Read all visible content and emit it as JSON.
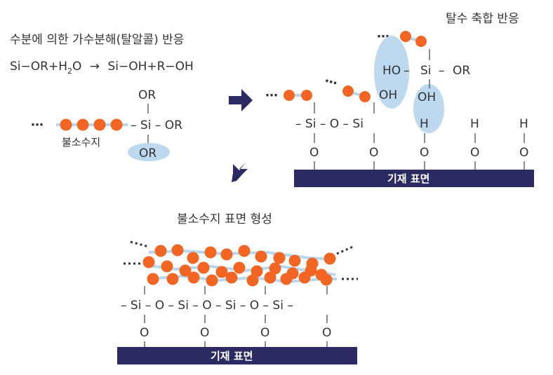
{
  "labels": {
    "hydrolysis_title": "수분에 의한 가수분해(탈알콜) 반응",
    "condensation_title": "탈수 축합 반응",
    "film_title": "불소수지 표면 형성",
    "fluororesin": "불소수지",
    "substrate_surface": "기재 표면"
  },
  "equation": {
    "lhs1": "Si−OR+H",
    "sub": "2",
    "lhs2": "O",
    "arrow": "→",
    "rhs": "Si−OH+R−OH"
  },
  "chem": {
    "OR": "OR",
    "OH": "OH",
    "HO": "HO",
    "Si": "Si",
    "O": "O",
    "H": "H",
    "dash": "–",
    "dots": "⋯",
    "sep": "–",
    "si_or": "– Si – OR",
    "si_o_si": "– Si – O – Si",
    "bottom_row": "– Si – O – Si – O – Si – O – Si –"
  },
  "colors": {
    "orange": "#f26522",
    "chain_blue": "#b7d7ef",
    "highlight_blue": "#bcd9ef",
    "substrate": "#2b2a63",
    "arrow": "#2b2a63"
  }
}
